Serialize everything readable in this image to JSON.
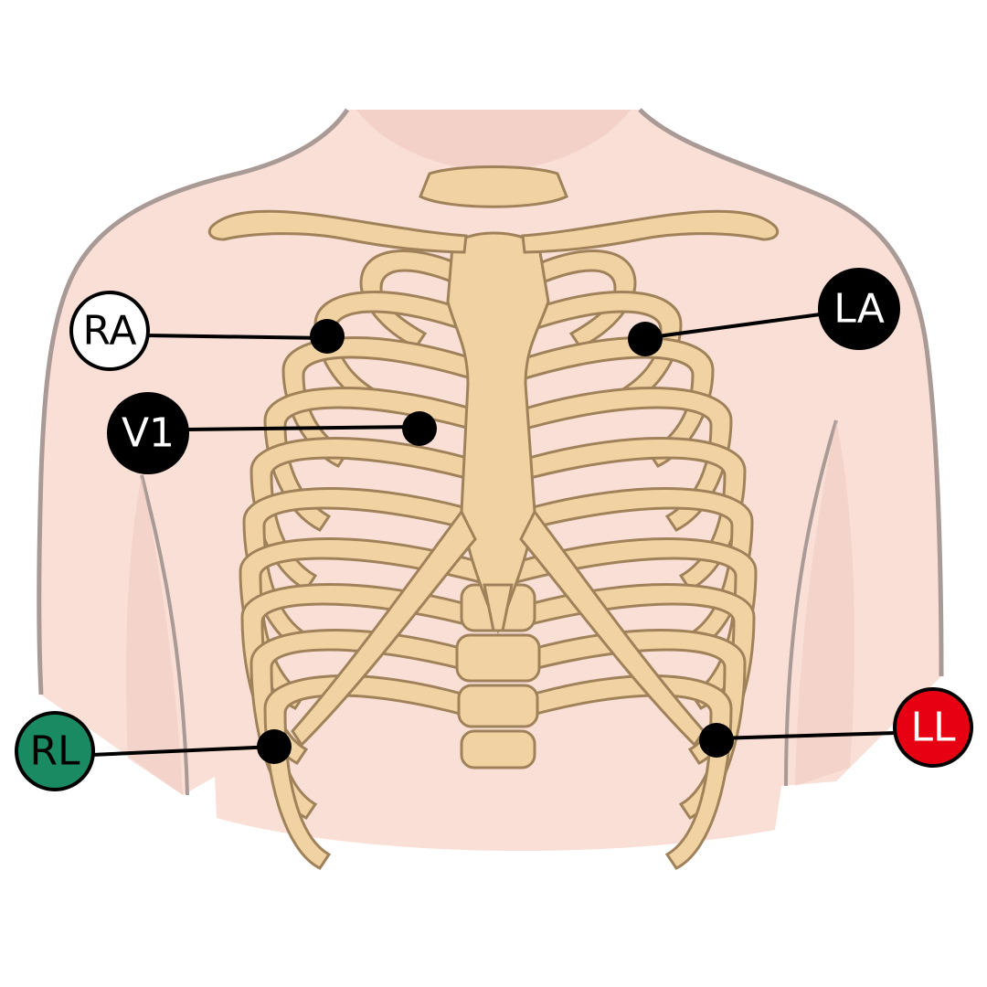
{
  "colors": {
    "skin": "#f9dfd5",
    "skin_shadow": "#efc8c0",
    "outline": "#a99a96",
    "bone": "#f1d2a3",
    "bone_outline": "#a0825a",
    "bone_shadow": "#d4b27e",
    "lead_line": "#000000",
    "electrode": "#000000"
  },
  "electrodes": [
    {
      "id": "RA",
      "label": "RA",
      "fill": "#ffffff",
      "text_color": "#000000"
    },
    {
      "id": "LA",
      "label": "LA",
      "fill": "#000000",
      "text_color": "#ffffff"
    },
    {
      "id": "V1",
      "label": "V1",
      "fill": "#000000",
      "text_color": "#ffffff"
    },
    {
      "id": "RL",
      "label": "RL",
      "fill": "#1a8a63",
      "text_color": "#000000"
    },
    {
      "id": "LL",
      "label": "LL",
      "fill": "#e60012",
      "text_color": "#ffffff"
    }
  ]
}
